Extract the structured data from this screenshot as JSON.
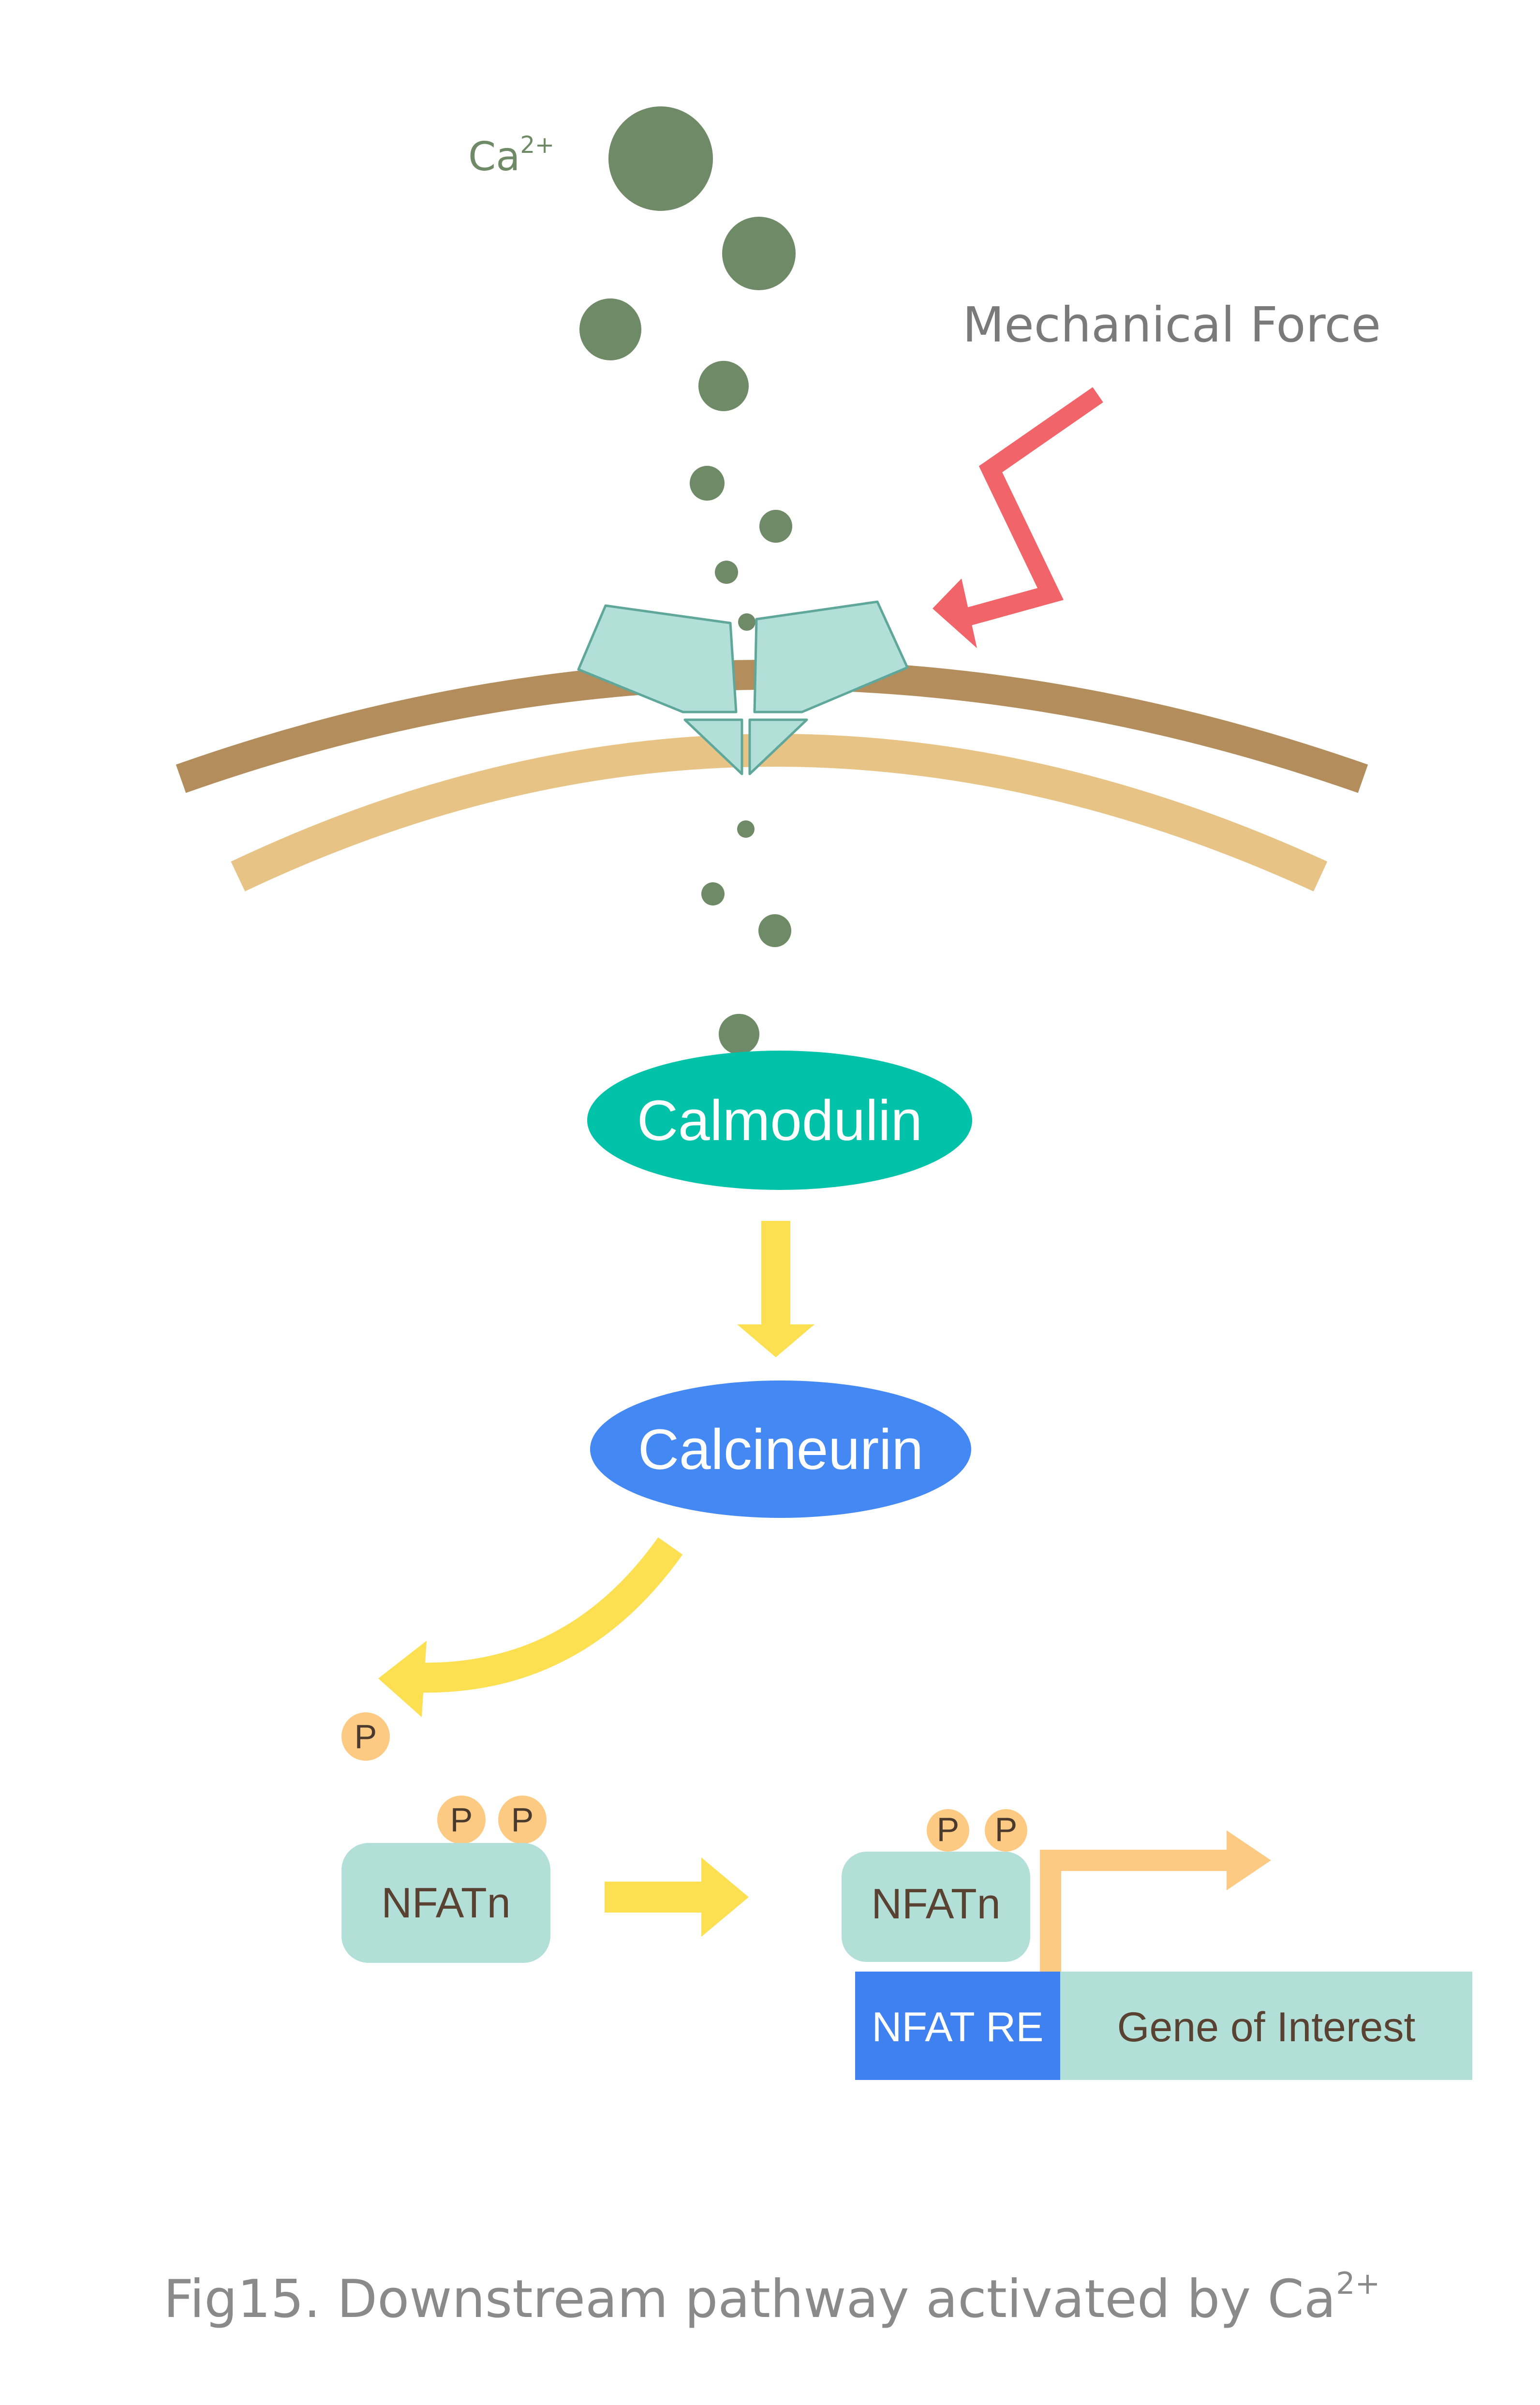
{
  "labels": {
    "ion": "Ca",
    "ion_charge": "2+",
    "stimulus": "Mechanical Force",
    "calmodulin": "Calmodulin",
    "calcineurin": "Calcineurin",
    "phosphate": "P",
    "nfat": "NFATn",
    "response_element": "NFAT RE",
    "gene": "Gene of Interest"
  },
  "caption": {
    "text": "Fig15. Downstream pathway activated by Ca",
    "superscript": "2+"
  },
  "colors": {
    "calcium": "#6f8a67",
    "stimulus_arrow": "#f0646a",
    "membrane_outer": "#b38d5b",
    "membrane_inner": "#e8c386",
    "channel": "#b2dfd8",
    "channel_edge": "#5fa79b",
    "calmodulin": "#00c2a8",
    "calcineurin": "#4488f4",
    "pathway_arrow": "#fce052",
    "phosphate": "#fdca84",
    "nfat": "#b2dfd8",
    "response_element": "#3f81f0",
    "gene": "#b2dfd8",
    "transcription_arrow": "#fdca84"
  }
}
